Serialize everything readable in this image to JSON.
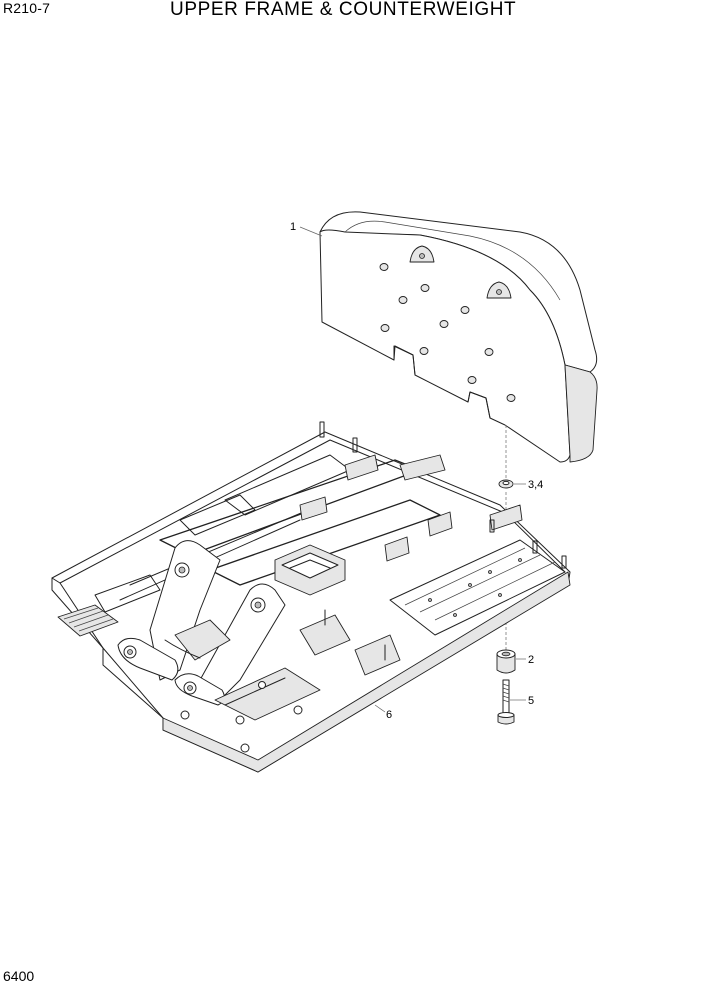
{
  "header": {
    "model_code": "R210-7",
    "title": "UPPER FRAME & COUNTERWEIGHT"
  },
  "footer": {
    "page_number": "6400"
  },
  "callouts": [
    {
      "id": "1",
      "label": "1"
    },
    {
      "id": "2",
      "label": "2"
    },
    {
      "id": "3-4",
      "label": "3,4"
    },
    {
      "id": "5",
      "label": "5"
    },
    {
      "id": "6",
      "label": "6"
    }
  ]
}
